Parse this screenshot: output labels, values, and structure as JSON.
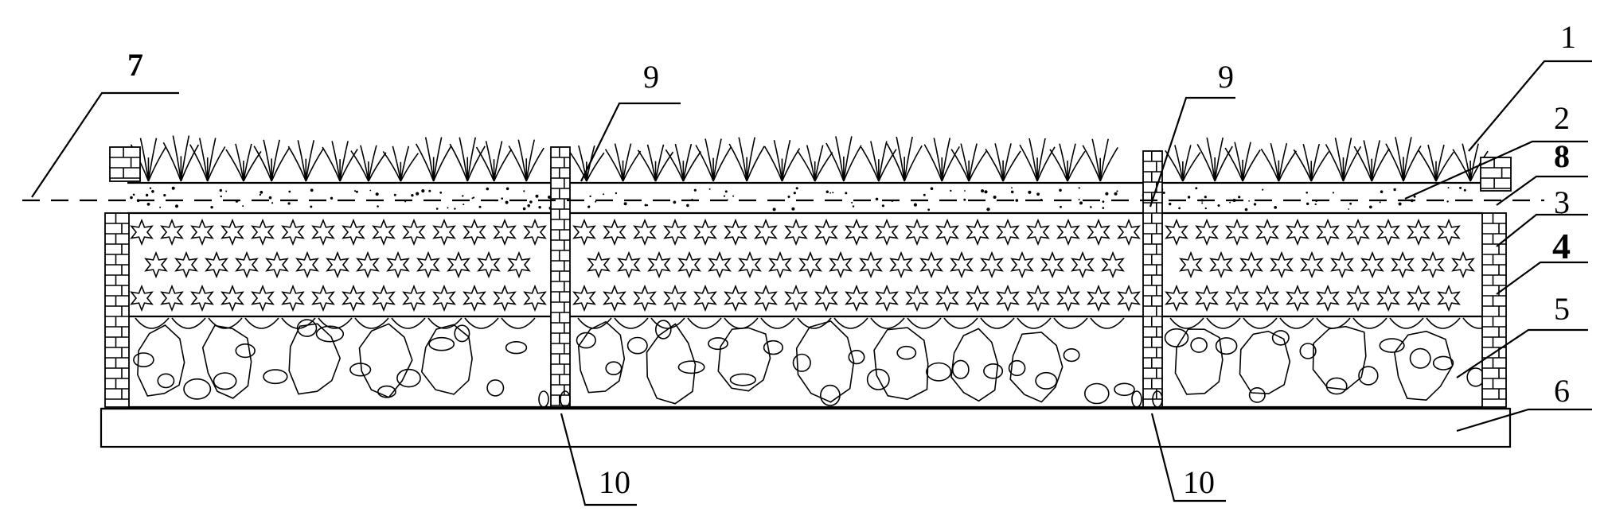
{
  "diagram": {
    "callouts": [
      {
        "id": "c1",
        "text": "1"
      },
      {
        "id": "c2",
        "text": "2"
      },
      {
        "id": "c8",
        "text": "8"
      },
      {
        "id": "c3",
        "text": "3"
      },
      {
        "id": "c4",
        "text": "4"
      },
      {
        "id": "c5",
        "text": "5"
      },
      {
        "id": "c6",
        "text": "6"
      },
      {
        "id": "c7",
        "text": "7"
      },
      {
        "id": "c9a",
        "text": "9"
      },
      {
        "id": "c9b",
        "text": "9"
      },
      {
        "id": "c10a",
        "text": "10"
      },
      {
        "id": "c10b",
        "text": "10"
      }
    ]
  }
}
